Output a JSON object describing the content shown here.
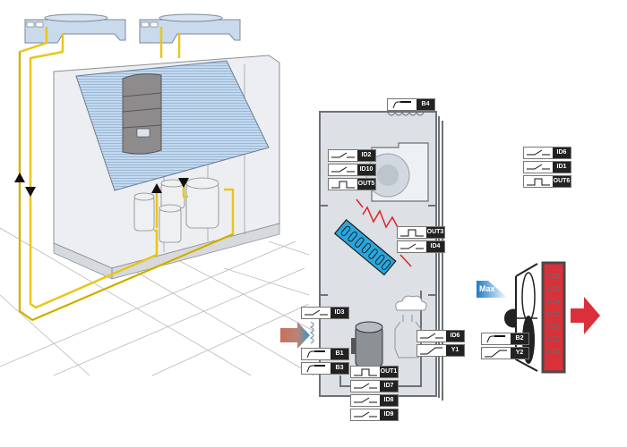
{
  "diagram": {
    "title": "Close control air conditioner with remote condensers - I/O layout",
    "colors": {
      "refrigerant_pipe": "#e8c619",
      "evaporator_coil": "#2aa6dc",
      "heater": "#e0202a",
      "condensing_coil": "#d9303a",
      "unit_body": "#d8dde3",
      "condenser": "#c9daec",
      "inlet_air_arrow": "#c8705a",
      "outlet_air_arrow": "#d9303a",
      "max_badge": "#1f7bc4"
    },
    "flow_arrows": {
      "left_riser_up": "up",
      "left_riser_down": "down",
      "compressor_up": "up",
      "compressor_down": "down"
    },
    "max_badge": {
      "label": "Max"
    },
    "io_groups": {
      "filter_top": [
        {
          "type": "probe",
          "label": "B4"
        }
      ],
      "fan": [
        {
          "type": "switch",
          "label": "ID2"
        },
        {
          "type": "switch",
          "label": "ID10"
        },
        {
          "type": "digital-out",
          "label": "OUT5"
        }
      ],
      "heater": [
        {
          "type": "digital-out",
          "label": "OUT3"
        },
        {
          "type": "switch",
          "label": "ID4"
        }
      ],
      "inlet_filter": [
        {
          "type": "switch",
          "label": "ID3"
        }
      ],
      "inlet_probes": [
        {
          "type": "probe",
          "label": "B1"
        },
        {
          "type": "probe",
          "label": "B3"
        }
      ],
      "compressor": [
        {
          "type": "digital-out",
          "label": "OUT1"
        },
        {
          "type": "switch",
          "label": "ID7"
        },
        {
          "type": "switch",
          "label": "ID8"
        },
        {
          "type": "switch",
          "label": "ID9"
        }
      ],
      "humidifier": [
        {
          "type": "switch",
          "label": "ID6"
        },
        {
          "type": "analog-out",
          "label": "Y1"
        }
      ],
      "remote": [
        {
          "type": "switch",
          "label": "ID6"
        },
        {
          "type": "switch",
          "label": "ID1"
        },
        {
          "type": "digital-out",
          "label": "OUT6"
        }
      ],
      "condenser_fan": [
        {
          "type": "probe",
          "label": "B2"
        },
        {
          "type": "analog-out",
          "label": "Y2"
        }
      ]
    }
  }
}
